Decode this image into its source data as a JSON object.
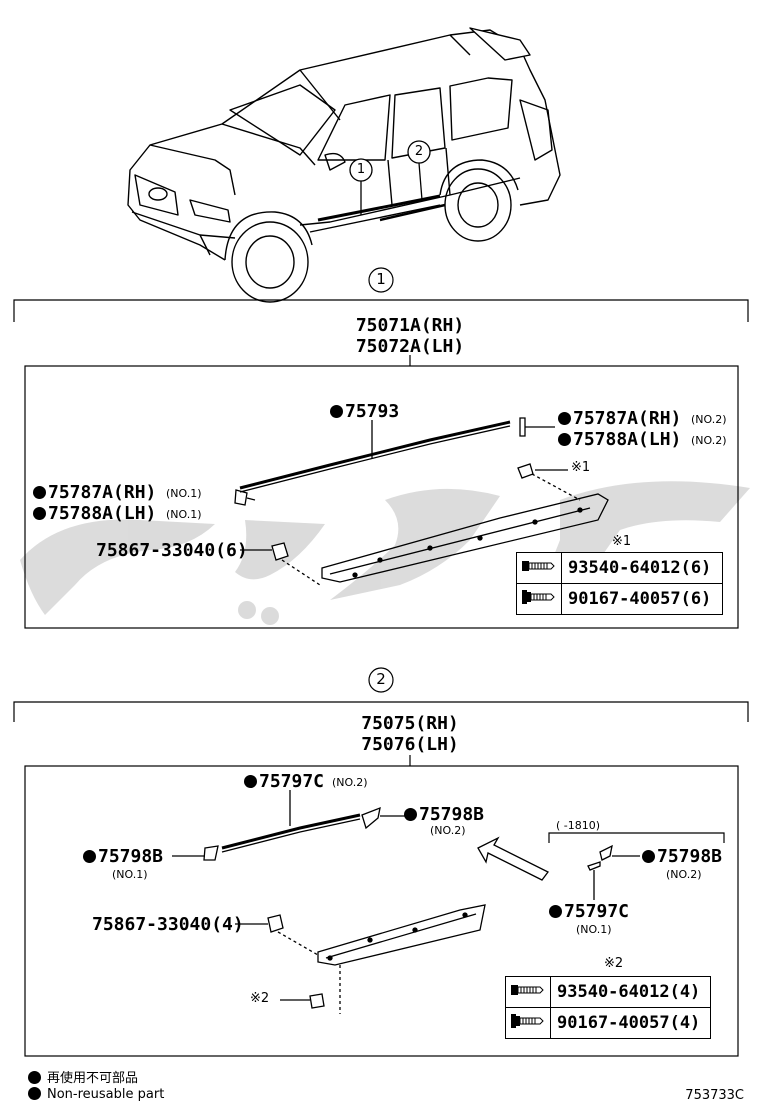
{
  "vehicle_callouts": [
    "1",
    "2"
  ],
  "section1": {
    "marker": "1",
    "assembly_rh": "75071A(RH)",
    "assembly_lh": "75072A(LH)",
    "part_top": "75793",
    "clip_right_rh": "75787A(RH)",
    "clip_right_lh": "75788A(LH)",
    "clip_right_note": "(NO.2)",
    "clip_left_rh": "75787A(RH)",
    "clip_left_lh": "75788A(LH)",
    "clip_left_note": "(NO.1)",
    "retainer": "75867-33040(6)",
    "screw_ref": "※1",
    "table_ref": "※1",
    "screws": [
      "93540-64012(6)",
      "90167-40057(6)"
    ]
  },
  "section2": {
    "marker": "2",
    "assembly_rh": "75075(RH)",
    "assembly_lh": "75076(LH)",
    "molding_top": "75797C",
    "molding_top_note": "(NO.2)",
    "end_right": "75798B",
    "end_right_note": "(NO.2)",
    "end_left": "75798B",
    "end_left_note": "(NO.1)",
    "inset_date": "(    -1810)",
    "inset_end": "75798B",
    "inset_end_note": "(NO.2)",
    "inset_molding": "75797C",
    "inset_molding_note": "(NO.1)",
    "retainer": "75867-33040(4)",
    "screw_ref": "※2",
    "table_ref": "※2",
    "screws": [
      "93540-64012(4)",
      "90167-40057(4)"
    ]
  },
  "legend": {
    "jp": "再使用不可部品",
    "en": "Non-reusable part"
  },
  "figure_number": "753733C"
}
